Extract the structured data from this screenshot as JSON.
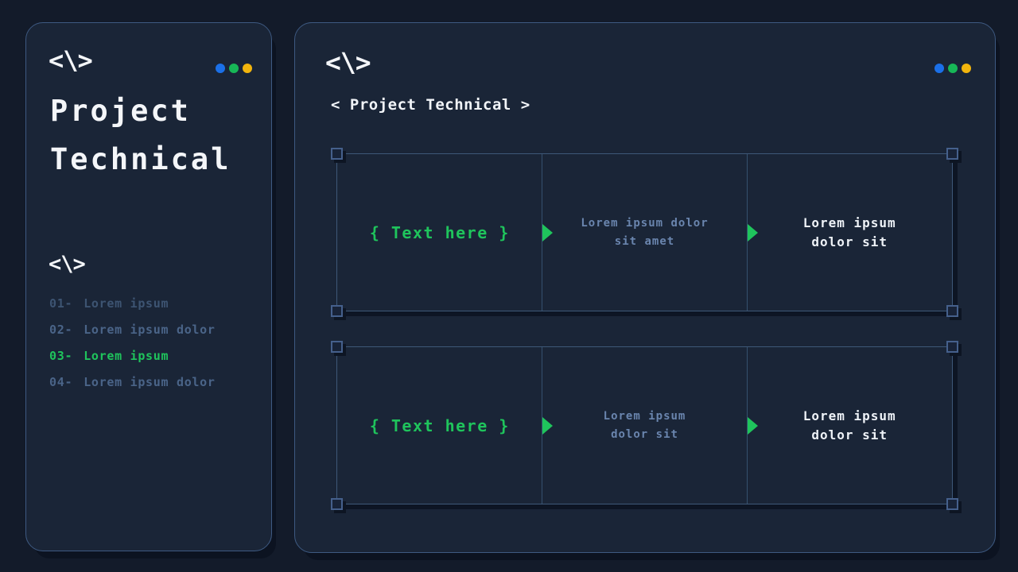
{
  "theme": {
    "page_bg": "#131b2a",
    "card_bg": "#1a2537",
    "card_border": "#3e5a82",
    "table_border": "#3e5878",
    "accent_green": "#1fc45c",
    "muted_blue_text": "#6a85ae",
    "white_text": "#f4f6f9",
    "dot_blue": "#1b70e8",
    "dot_green": "#17b757",
    "dot_yellow": "#f2b50d"
  },
  "sidebar": {
    "code_icon": "<\\>",
    "title": "Project\nTechnical",
    "section_icon": "<\\>",
    "items": [
      {
        "number": "01-",
        "label": "Lorem ipsum",
        "active": false
      },
      {
        "number": "02-",
        "label": "Lorem ipsum dolor",
        "active": false
      },
      {
        "number": "03-",
        "label": "Lorem ipsum",
        "active": true
      },
      {
        "number": "04-",
        "label": "Lorem ipsum dolor",
        "active": false
      }
    ]
  },
  "main": {
    "code_icon": "<\\>",
    "breadcrumb": "< Project Technical >",
    "boxes": [
      {
        "cells": [
          {
            "text": "{ Text here }"
          },
          {
            "text": "Lorem ipsum dolor\nsit amet"
          },
          {
            "text": "Lorem ipsum\ndolor sit"
          }
        ]
      },
      {
        "cells": [
          {
            "text": "{ Text here }"
          },
          {
            "text": "Lorem ipsum\ndolor sit"
          },
          {
            "text": "Lorem ipsum\ndolor sit"
          }
        ]
      }
    ]
  }
}
